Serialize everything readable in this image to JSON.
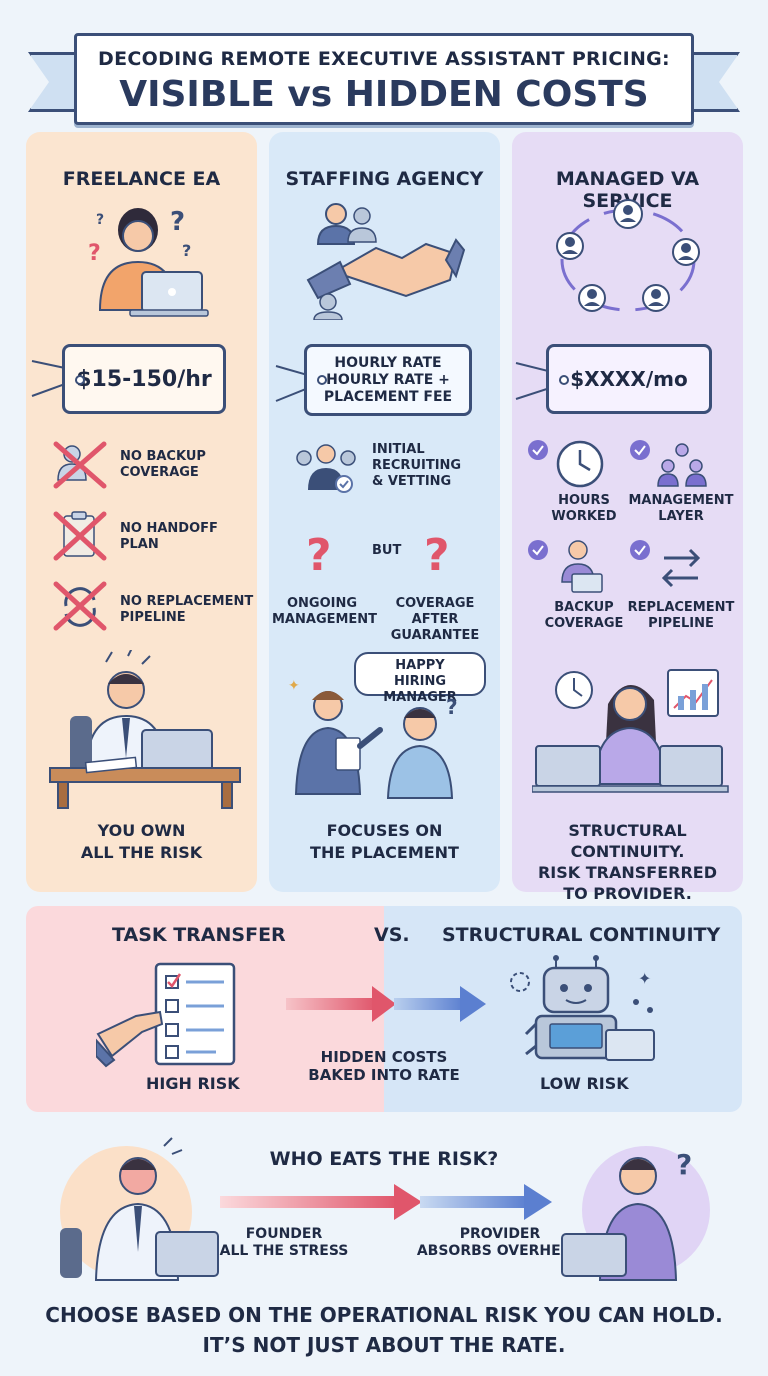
{
  "title": {
    "line1": "DECODING REMOTE EXECUTIVE ASSISTANT PRICING:",
    "line2": "VISIBLE vs HIDDEN COSTS"
  },
  "columns": [
    {
      "title": "FREELANCE EA",
      "price": "$15-150/hr",
      "items": [
        "NO BACKUP\nCOVERAGE",
        "NO HANDOFF\nPLAN",
        "NO REPLACEMENT\nPIPELINE"
      ],
      "footer": "YOU OWN\nALL THE RISK"
    },
    {
      "title": "STAFFING AGENCY",
      "price_line1": "HOURLY RATE",
      "price_line2": "HOURLY RATE +",
      "price_line3": "PLACEMENT FEE",
      "recruit": "INITIAL\nRECRUITING\n& VETTING",
      "but": "BUT",
      "unknown_left": "ONGOING\nMANAGEMENT",
      "unknown_right": "COVERAGE AFTER\nGUARANTEE",
      "bubble": "HAPPY\nHIRING MANAGER",
      "footer": "FOCUSES ON\nTHE PLACEMENT"
    },
    {
      "title": "MANAGED VA SERVICE",
      "price": "$XXXX/mo",
      "items": [
        "HOURS\nWORKED",
        "MANAGEMENT\nLAYER",
        "BACKUP\nCOVERAGE",
        "REPLACEMENT\nPIPELINE"
      ],
      "footer": "STRUCTURAL CONTINUITY.\nRISK TRANSFERRED\nTO PROVIDER."
    }
  ],
  "comparison": {
    "left_title": "TASK TRANSFER",
    "vs": "VS.",
    "right_title": "STRUCTURAL CONTINUITY",
    "left_label": "HIGH RISK",
    "middle_label": "HIDDEN COSTS\nBAKED INTO RATE",
    "right_label": "LOW RISK"
  },
  "risk": {
    "title": "WHO EATS THE RISK?",
    "left_label": "FOUNDER\nALL THE STRESS",
    "right_label": "PROVIDER\nABSORBS OVERHEAD"
  },
  "conclusion": {
    "line1": "CHOOSE BASED ON THE OPERATIONAL RISK YOU CAN HOLD.",
    "line2": "IT’S NOT JUST ABOUT THE RATE."
  },
  "colors": {
    "freelance_bg": "#fbe5d0",
    "agency_bg": "#d9e9f8",
    "managed_bg": "#e6dcf5",
    "high_risk_bg": "#fbd9dc",
    "low_risk_bg": "#d6e6f7",
    "outline": "#3b4f78",
    "x_mark": "#e0566b",
    "check": "#7a6fcf"
  }
}
